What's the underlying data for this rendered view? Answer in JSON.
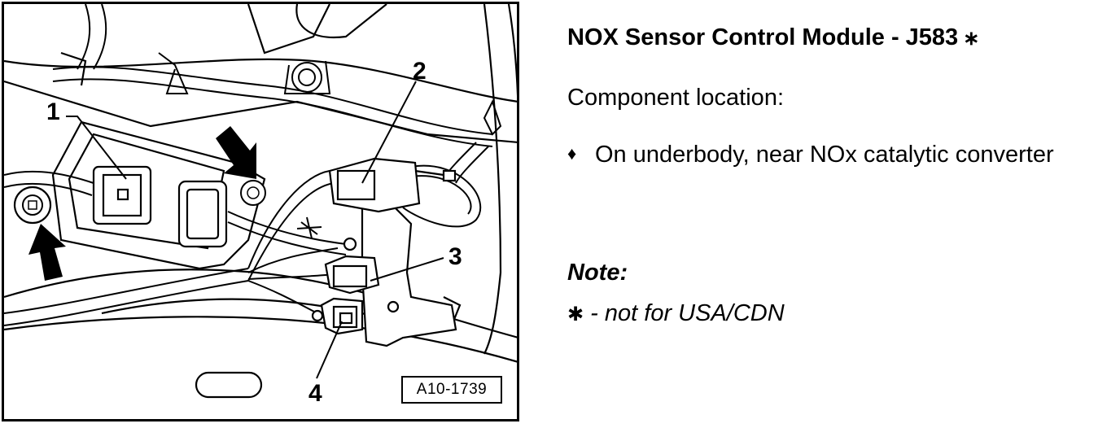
{
  "figure": {
    "callouts": {
      "c1": "1",
      "c2": "2",
      "c3": "3",
      "c4": "4"
    },
    "figure_id": "A10-1739",
    "icons": [
      "arrow-icon",
      "bolt-icon",
      "connector-icon",
      "control-module"
    ]
  },
  "text": {
    "title": "NOX Sensor Control Module - J583",
    "title_mark": "∗",
    "location_label": "Component location:",
    "bullet_symbol": "♦",
    "location_item": "On underbody, near NOx catalytic converter",
    "note_heading": "Note:",
    "note_star": "✱",
    "note_text": "- not for USA/CDN"
  }
}
